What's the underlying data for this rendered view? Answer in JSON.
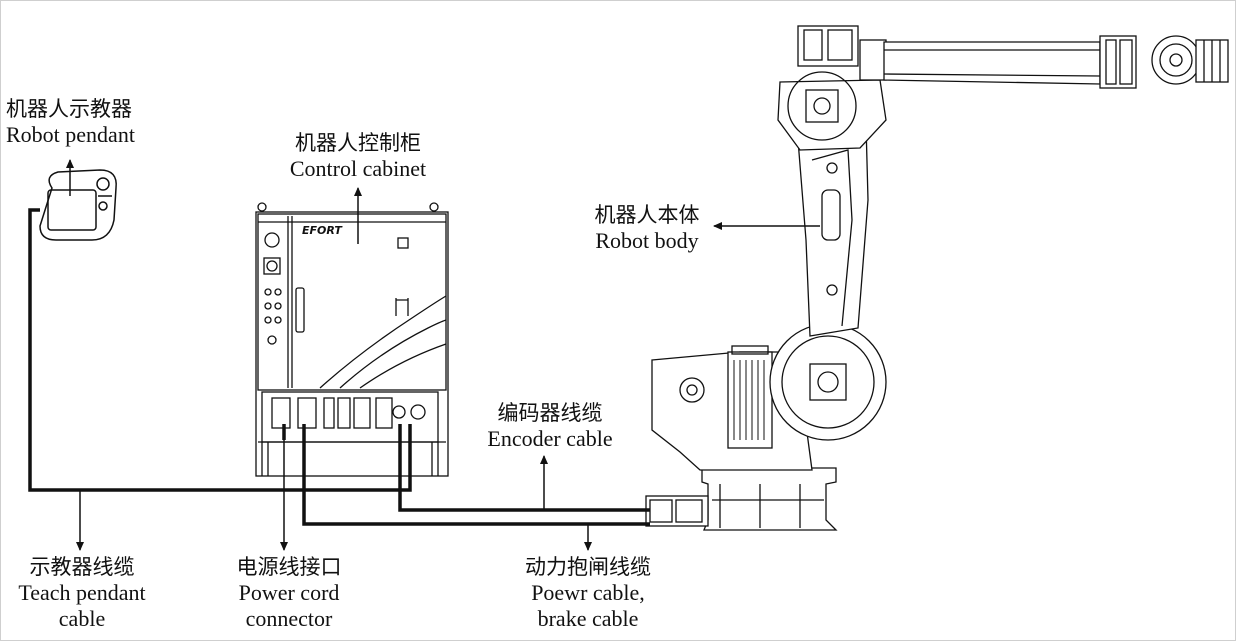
{
  "labels": {
    "robot_pendant": {
      "zh": "机器人示教器",
      "en": "Robot pendant"
    },
    "control_cabinet": {
      "zh": "机器人控制柜",
      "en": "Control cabinet"
    },
    "robot_body": {
      "zh": "机器人本体",
      "en": "Robot body"
    },
    "encoder_cable": {
      "zh": "编码器线缆",
      "en": "Encoder cable"
    },
    "teach_pendant_cable": {
      "zh": "示教器线缆",
      "en1": "Teach pendant",
      "en2": "cable"
    },
    "power_cord": {
      "zh": "电源线接口",
      "en1": "Power cord",
      "en2": "connector"
    },
    "power_brake_cable": {
      "zh": "动力抱闸线缆",
      "en1": "Poewr cable,",
      "en2": "brake cable"
    }
  },
  "cabinet_brand": "EFORT",
  "colors": {
    "line": "#111111",
    "background": "#ffffff",
    "border": "#cfcfcf"
  }
}
